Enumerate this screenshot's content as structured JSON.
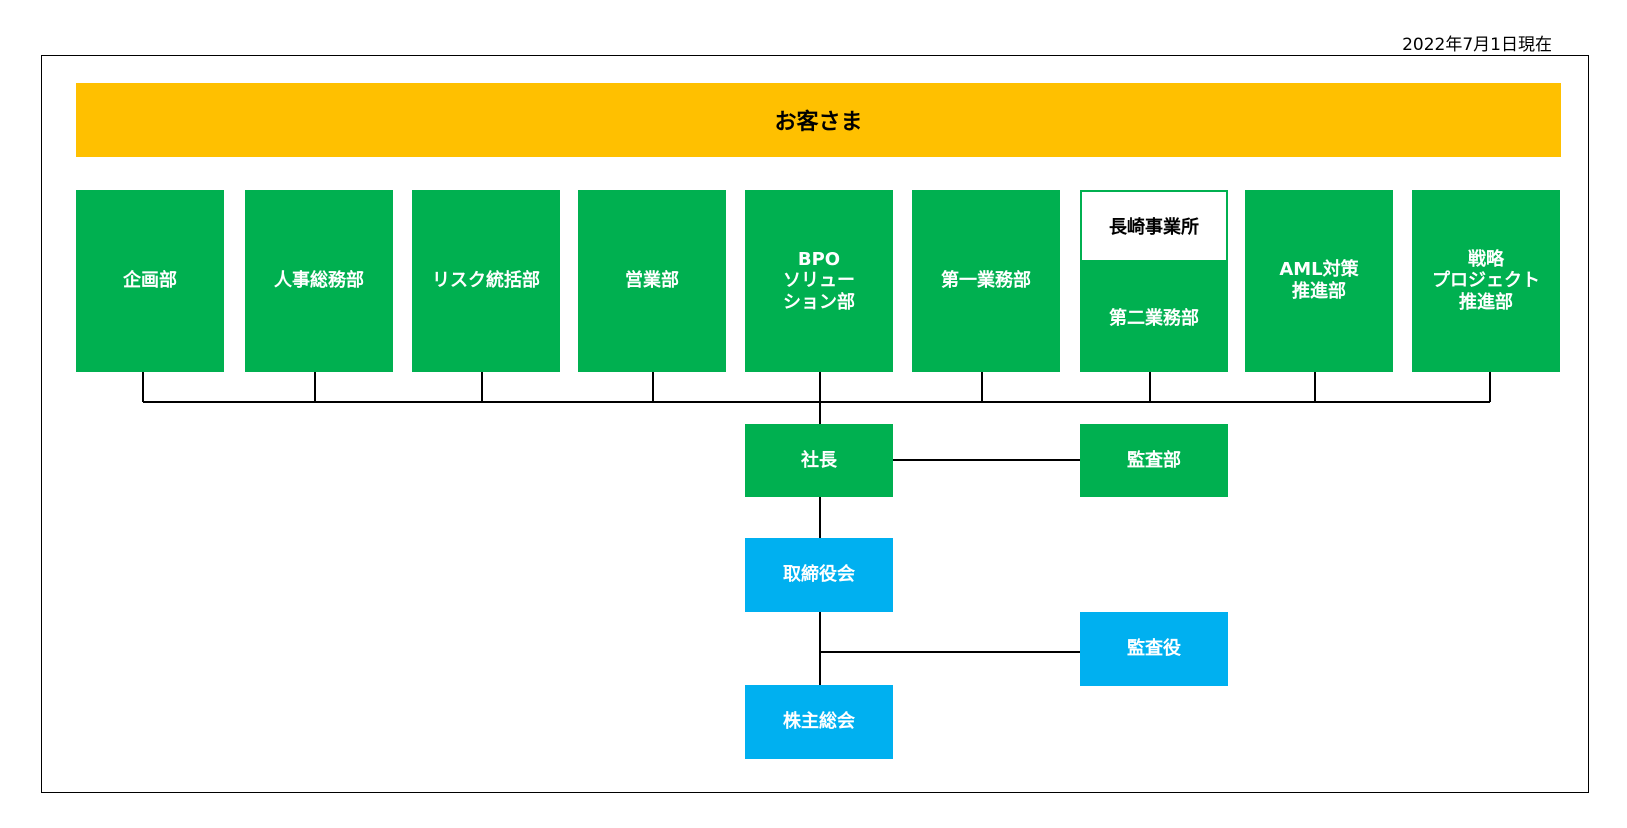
{
  "date_label": "2022年7月1日現在",
  "customers": "お客さま",
  "departments": [
    "企画部",
    "人事総務部",
    "リスク統括部",
    "営業部",
    "BPO\nソリュー\nション部",
    "第一業務部",
    "第二業務部",
    "AML対策\n推進部",
    "戦略\nプロジェクト\n推進部"
  ],
  "nagasaki_office": "長崎事業所",
  "president": "社長",
  "audit_department": "監査部",
  "board_of_directors": "取締役会",
  "auditor": "監査役",
  "shareholders_meeting": "株主総会",
  "colors": {
    "customers": "#ffc000",
    "department": "#00b050",
    "governance": "#00b0f0"
  }
}
